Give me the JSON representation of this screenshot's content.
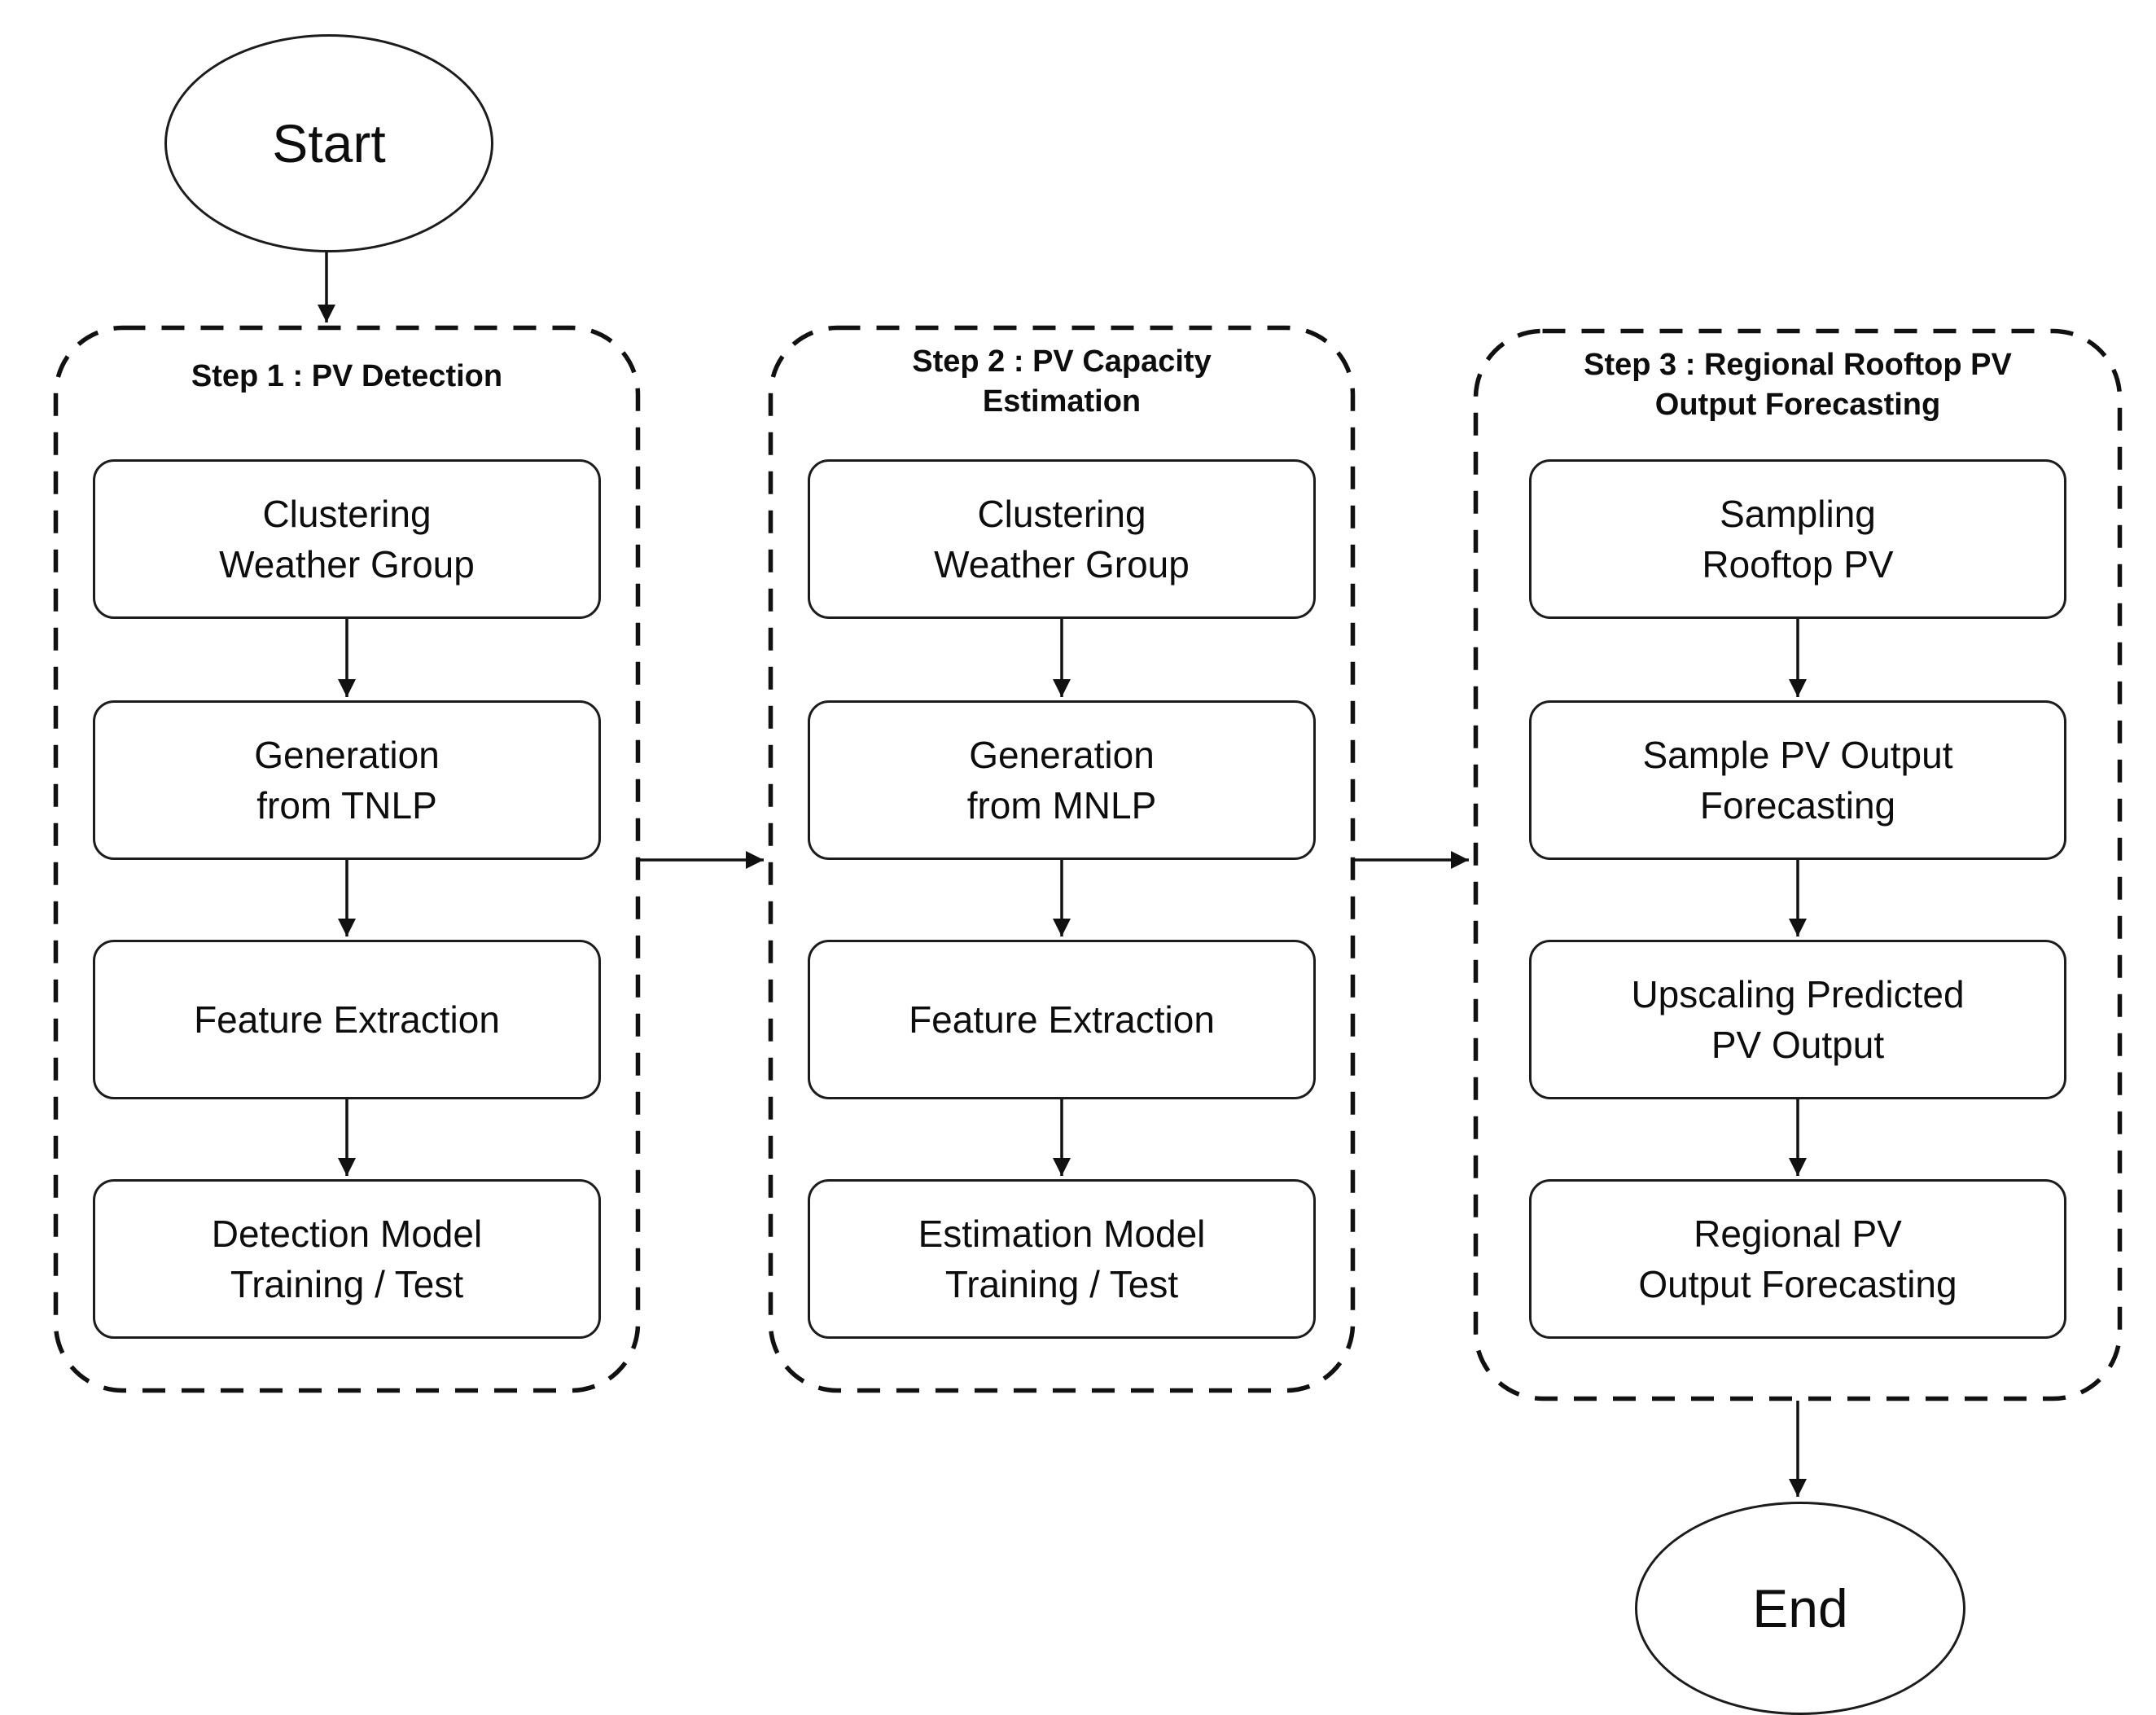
{
  "diagram": {
    "background_color": "#ffffff",
    "stroke_color": "#111111",
    "start_label": "Start",
    "end_label": "End",
    "steps": [
      {
        "header": [
          "Step 1 :  PV Detection"
        ],
        "nodes": [
          [
            "Clustering",
            "Weather Group"
          ],
          [
            "Generation",
            "from TNLP"
          ],
          [
            "Feature Extraction"
          ],
          [
            "Detection Model",
            "Training / Test"
          ]
        ]
      },
      {
        "header": [
          "Step 2 :  PV Capacity",
          "Estimation"
        ],
        "nodes": [
          [
            "Clustering",
            "Weather Group"
          ],
          [
            "Generation",
            "from MNLP"
          ],
          [
            "Feature Extraction"
          ],
          [
            "Estimation Model",
            "Training / Test"
          ]
        ]
      },
      {
        "header": [
          "Step 3 : Regional Rooftop PV",
          "Output Forecasting"
        ],
        "nodes": [
          [
            "Sampling",
            "Rooftop PV"
          ],
          [
            "Sample PV Output",
            "Forecasting"
          ],
          [
            "Upscaling Predicted",
            "PV Output"
          ],
          [
            "Regional PV",
            "Output Forecasting"
          ]
        ]
      }
    ],
    "edges": [
      "Start -> Step 1",
      "Step 1: Clustering Weather Group -> Generation from TNLP -> Feature Extraction -> Detection Model Training / Test",
      "Step 1 -> Step 2",
      "Step 2: Clustering Weather Group -> Generation from MNLP -> Feature Extraction -> Estimation Model Training / Test",
      "Step 2 -> Step 3",
      "Step 3: Sampling Rooftop PV -> Sample PV Output Forecasting -> Upscaling Predicted PV Output -> Regional PV Output Forecasting",
      "Step 3 -> End"
    ]
  }
}
